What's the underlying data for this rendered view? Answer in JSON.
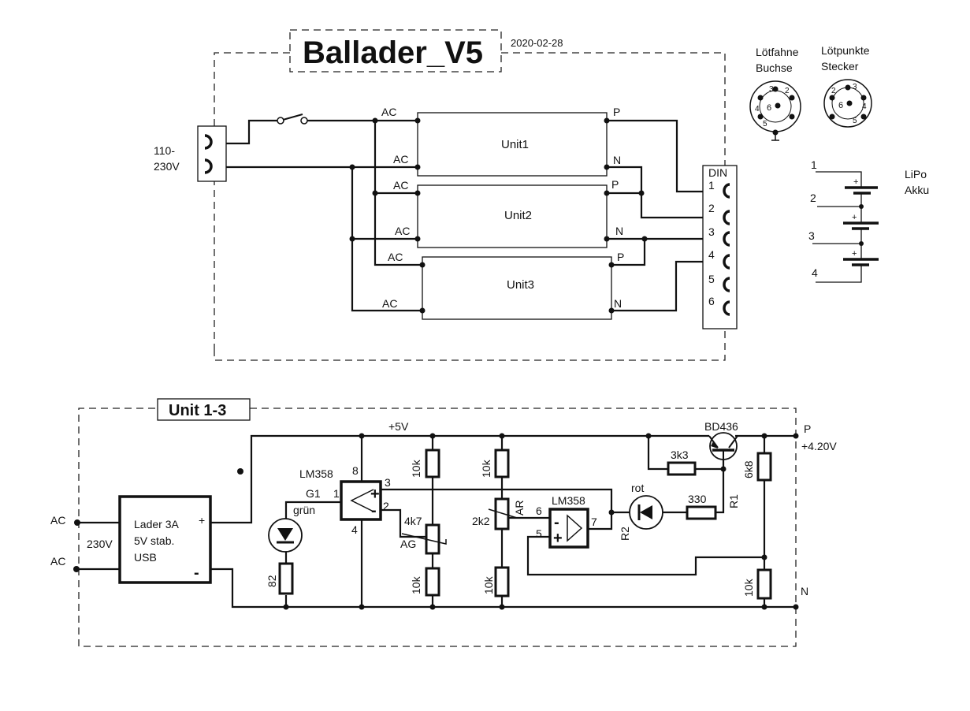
{
  "header": {
    "title": "Ballader_V5",
    "date": "2020-02-28"
  },
  "top_circuit": {
    "mains_label_line1": "110-",
    "mains_label_line2": "230V",
    "units": [
      {
        "name": "Unit1",
        "in1": "AC",
        "in2": "AC",
        "out1": "P",
        "out2": "N"
      },
      {
        "name": "Unit2",
        "in1": "AC",
        "in2": "AC",
        "out1": "P",
        "out2": "N"
      },
      {
        "name": "Unit3",
        "in1": "AC",
        "in2": "AC",
        "out1": "P",
        "out2": "N"
      }
    ],
    "din": {
      "label": "DIN",
      "pins": [
        "1",
        "2",
        "3",
        "4",
        "5",
        "6"
      ]
    }
  },
  "connectors": {
    "socket_title_line1": "Lötfahne",
    "socket_title_line2": "Buchse",
    "plug_title_line1": "Lötpunkte",
    "plug_title_line2": "Stecker",
    "socket_pins": [
      "3",
      "2",
      "4",
      "6",
      "5"
    ],
    "plug_pins": [
      "3",
      "2",
      "6",
      "4",
      "5"
    ]
  },
  "battery": {
    "label_line1": "LiPo",
    "label_line2": "Akku",
    "taps": [
      "1",
      "2",
      "3",
      "4"
    ],
    "plus": "+"
  },
  "unit_circuit": {
    "title": "Unit 1-3",
    "ac1": "AC",
    "ac2": "AC",
    "mains": "230V",
    "charger_line1": "Lader 3A",
    "charger_line2": "5V stab.",
    "charger_line3": "USB",
    "charger_plus": "+",
    "charger_minus": "-",
    "rail": "+5V",
    "opamp1": {
      "name": "LM358",
      "pin8": "8",
      "pin1": "1",
      "pin3": "3",
      "pin2": "2",
      "pin4": "4",
      "plus": "+",
      "minus": "-"
    },
    "g1": "G1",
    "led_green": "grün",
    "r_led": "82",
    "r_top1": "10k",
    "pot_ag_value": "4k7",
    "pot_ag_name": "AG",
    "r_bot1": "10k",
    "r_top2": "10k",
    "pot_ar_value": "2k2",
    "pot_ar_name": "AR",
    "r_bot2": "10k",
    "opamp2": {
      "name": "LM358",
      "pin6": "6",
      "pin5": "5",
      "pin7": "7",
      "plus": "+",
      "minus": "-"
    },
    "r2": "R2",
    "led_red": "rot",
    "r_330": "330",
    "r1": "R1",
    "r_3k3": "3k3",
    "transistor": "BD436",
    "r_6k8": "6k8",
    "r_10k_out": "10k",
    "out_p": "P",
    "out_voltage": "+4.20V",
    "out_n": "N"
  }
}
